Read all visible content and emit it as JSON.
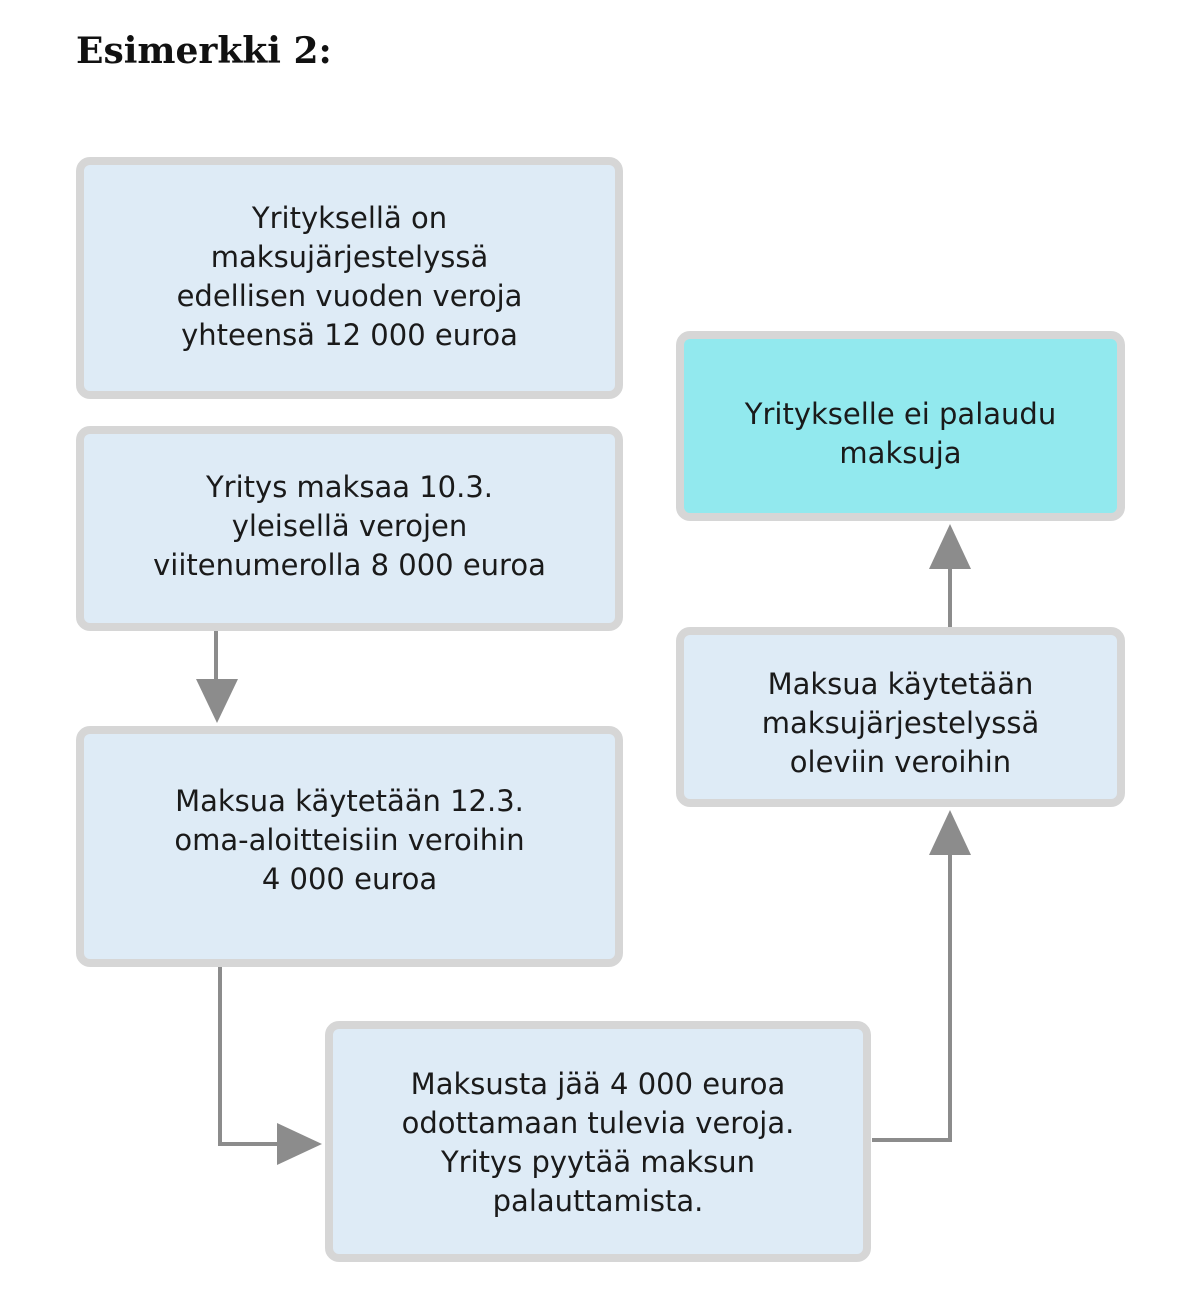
{
  "title": "Esimerkki 2:",
  "boxes": {
    "debt": "Yrityksellä on\nmaksujärjestelyssä\nedellisen vuoden veroja\nyhteensä 12 000 euroa",
    "payment": "Yritys maksaa 10.3.\nyleisellä verojen\nviitenumerolla 8 000 euroa",
    "used_own": "Maksua käytetään 12.3.\noma-aloitteisiin veroihin\n4 000 euroa",
    "remaining": "Maksusta jää 4 000 euroa\nodottamaan tulevia veroja.\nYritys pyytää maksun\npalauttamista.",
    "used_arrangement": "Maksua käytetään\nmaksujärjestelyssä\noleviin veroihin",
    "result": "Yritykselle ei palaudu\nmaksuja"
  },
  "colors": {
    "box_fill": "#deebf6",
    "result_fill": "#92e9ee",
    "border": "#d6d6d6",
    "arrow": "#8c8c8c"
  }
}
